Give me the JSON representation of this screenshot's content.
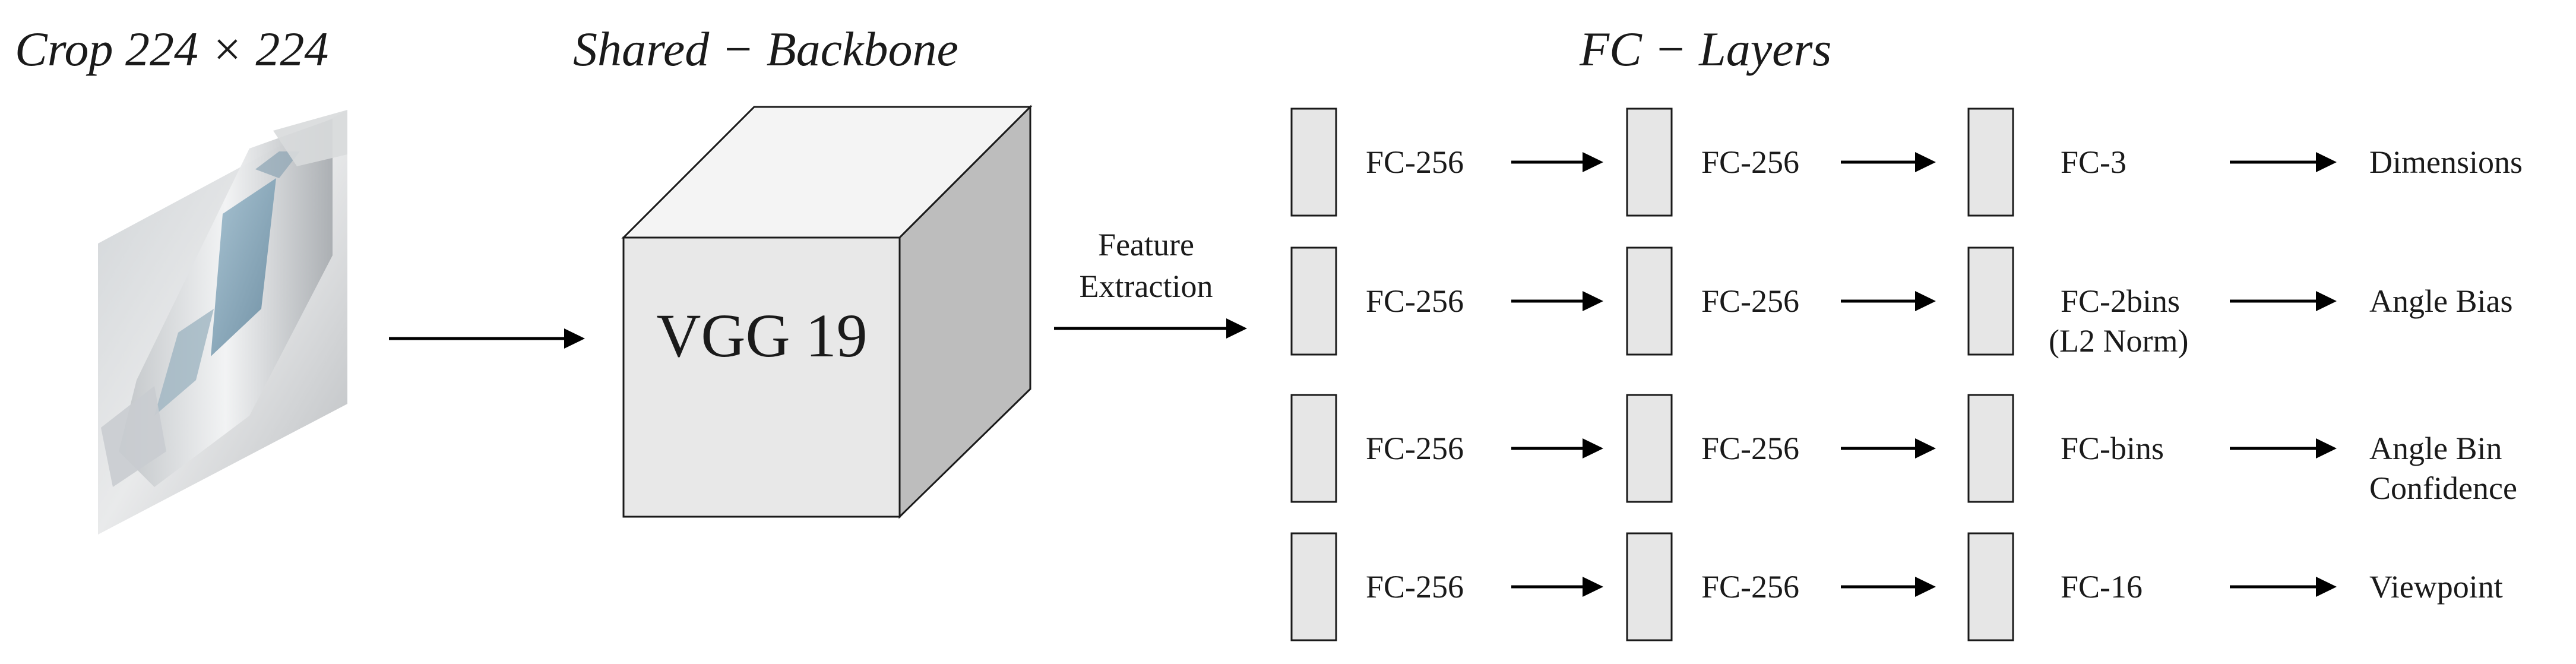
{
  "headings": {
    "crop": "Crop 224 × 224",
    "backbone": "Shared − Backbone",
    "fc_layers": "FC − Layers"
  },
  "backbone": {
    "label": "VGG 19"
  },
  "feature_extraction": {
    "line1": "Feature",
    "line2": "Extraction"
  },
  "rows": [
    {
      "fc1": "FC-256",
      "fc2": "FC-256",
      "fc3": [
        "FC-3"
      ],
      "output": [
        "Dimensions"
      ]
    },
    {
      "fc1": "FC-256",
      "fc2": "FC-256",
      "fc3": [
        "FC-2bins",
        "(L2 Norm)"
      ],
      "output": [
        "Angle Bias"
      ]
    },
    {
      "fc1": "FC-256",
      "fc2": "FC-256",
      "fc3": [
        "FC-bins"
      ],
      "output": [
        "Angle Bin",
        "Confidence"
      ]
    },
    {
      "fc1": "FC-256",
      "fc2": "FC-256",
      "fc3": [
        "FC-16"
      ],
      "output": [
        "Viewpoint"
      ]
    }
  ],
  "colors": {
    "cube_front": "#e8e8e8",
    "cube_top": "#f4f4f4",
    "cube_side": "#bdbdbd",
    "fc_box": "#e6e6e6"
  },
  "icons": {
    "input_image": "car-crop-image"
  }
}
